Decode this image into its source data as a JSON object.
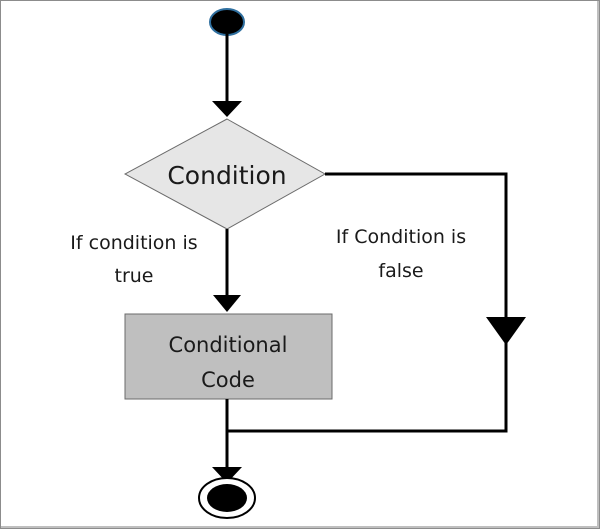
{
  "diagram": {
    "decision_label": "Condition",
    "process_label_line1": "Conditional",
    "process_label_line2": "Code",
    "true_label_line1": "If condition is",
    "true_label_line2": "true",
    "false_label_line1": "If Condition is",
    "false_label_line2": "false"
  },
  "colors": {
    "start_node_fill": "#000000",
    "start_node_stroke": "#2f6f9f",
    "decision_fill": "#e6e6e6",
    "process_fill": "#bfbfbf",
    "line": "#000000"
  }
}
